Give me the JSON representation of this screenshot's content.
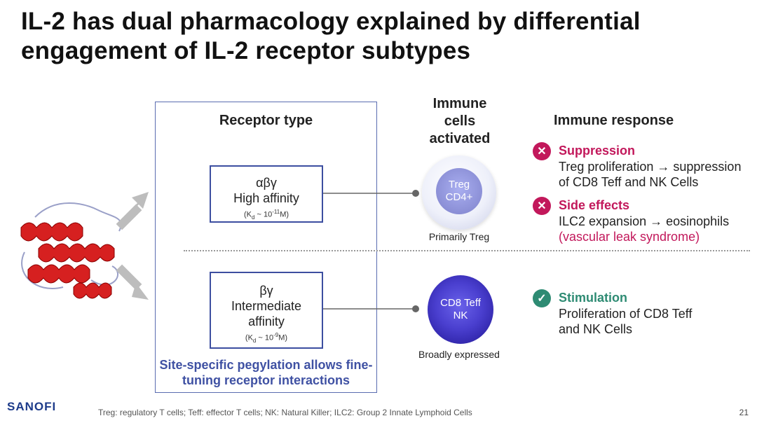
{
  "title": "IL-2 has dual pharmacology explained by differential engagement of IL-2 receptor subtypes",
  "headers": {
    "receptor_type": "Receptor type",
    "immune_cells": "Immune cells activated",
    "immune_response": "Immune response"
  },
  "receptors": [
    {
      "symbol": "αβγ",
      "affinity": "High affinity",
      "kd_prefix": "(K",
      "kd_sub": "d",
      "kd_mid": " ~ 10",
      "kd_sup": "-11",
      "kd_suffix": "M)"
    },
    {
      "symbol": "βγ",
      "affinity": "Intermediate affinity",
      "kd_prefix": "(K",
      "kd_sub": "d",
      "kd_mid": " ~ 10",
      "kd_sup": "-9",
      "kd_suffix": "M)"
    }
  ],
  "pegylation_note": "Site-specific pegylation allows fine-tuning receptor interactions",
  "cells": [
    {
      "line1": "Treg",
      "line2": "CD4+",
      "caption": "Primarily Treg",
      "color": "#8b8fd6"
    },
    {
      "line1": "CD8 Teff",
      "line2": "NK",
      "caption": "Broadly expressed",
      "color": "#4a3fcf"
    }
  ],
  "responses": [
    {
      "icon": "x-mark-icon",
      "title": "Suppression",
      "body": "Treg proliferation → suppression of CD8 Teff and NK Cells",
      "extra": "",
      "color": "#c2185b"
    },
    {
      "icon": "x-mark-icon",
      "title": "Side effects",
      "body": "ILC2 expansion → eosinophils",
      "extra": "(vascular leak syndrome)",
      "color": "#c2185b"
    },
    {
      "icon": "check-icon",
      "title": "Stimulation",
      "body": "Proliferation of CD8 Teff and NK Cells",
      "extra": "",
      "color": "#2e8b73"
    }
  ],
  "footer": "Treg: regulatory T cells; Teff: effector T cells; NK: Natural Killer; ILC2: Group 2 Innate Lymphoid Cells",
  "page_number": "21",
  "logo_text": "SANOFI"
}
